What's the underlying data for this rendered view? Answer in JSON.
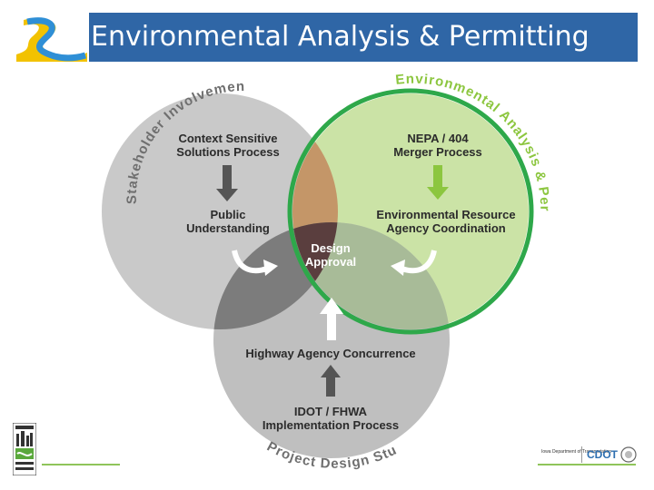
{
  "header": {
    "title": "Environmental Analysis & Permitting",
    "color": "#2f66a6"
  },
  "diagram": {
    "arcs": {
      "stakeholder": "Stakeholder Involvement",
      "environmental": "Environmental Analysis & Permitting",
      "project": "Project Design Studies"
    },
    "left": {
      "title_line1": "Context Sensitive",
      "title_line2": "Solutions Process",
      "result_line1": "Public",
      "result_line2": "Understanding"
    },
    "right": {
      "title_line1": "NEPA / 404",
      "title_line2": "Merger Process",
      "result_line1": "Environmental Resource",
      "result_line2": "Agency Coordination"
    },
    "center": {
      "line1": "Design",
      "line2": "Approval"
    },
    "bottom": {
      "concurrence": "Highway Agency Concurrence",
      "process_line1": "IDOT / FHWA",
      "process_line2": "Implementation Process"
    },
    "colors": {
      "left_circle": "#c9c9c9",
      "right_circle": "#cbe3a6",
      "bottom_circle": "#bfbfbf",
      "left_right_overlap": "#c49668",
      "center": "#5a3e3e",
      "highlight_ring": "#2ea84a",
      "green_arrow": "#8cc63f"
    }
  },
  "footer": {
    "partner_text": "Iowa Department of Transportation",
    "cdot": "CDOT"
  }
}
